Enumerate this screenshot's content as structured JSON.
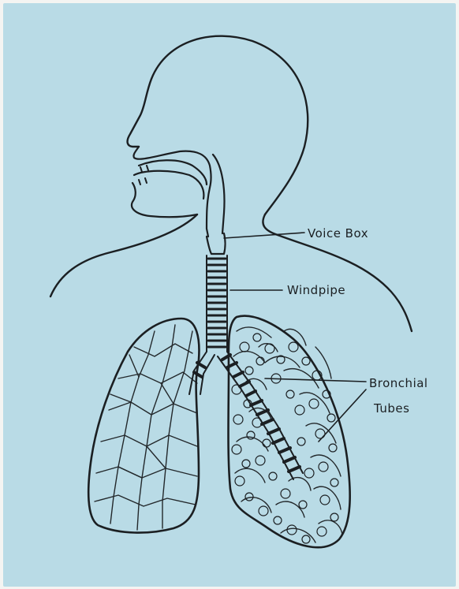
{
  "diagram": {
    "labels": {
      "voice_box": "Voice Box",
      "windpipe": "Windpipe",
      "bronchial_line1": "Bronchial",
      "bronchial_line2": "Tubes"
    },
    "colors": {
      "background": "#b9dbe6",
      "ink": "#1b1f22"
    }
  }
}
